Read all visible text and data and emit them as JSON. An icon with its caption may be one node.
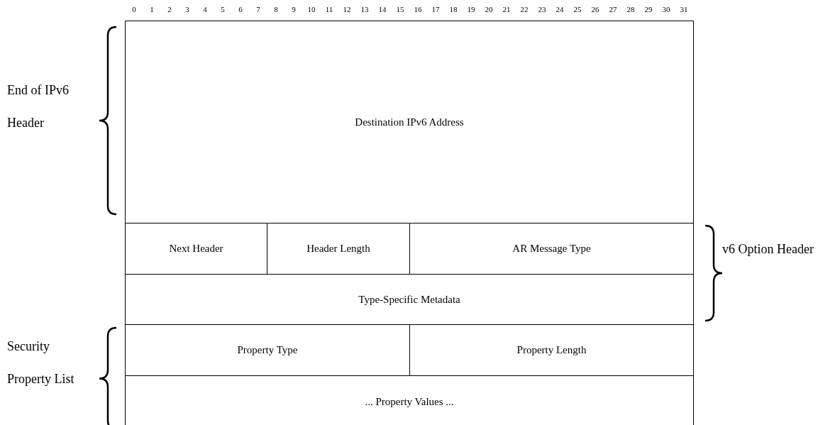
{
  "diagram": {
    "nodes": [
      {
        "text": [
          "Destination IPv6 Address"
        ]
      },
      {
        "text": [
          "Next Header"
        ]
      },
      {
        "text": [
          "Header Length"
        ]
      },
      {
        "text": [
          "AR Message Type"
        ]
      },
      {
        "text": [
          "Type-Specific Metadata"
        ]
      },
      {
        "text": [
          "Property Type"
        ]
      },
      {
        "text": [
          "Property Length"
        ]
      },
      {
        "text": [
          "... Property Values ..."
        ]
      }
    ],
    "edges": [],
    "labels": [
      "0",
      "1",
      "2",
      "3",
      "4",
      "5",
      "6",
      "7",
      "8",
      "9",
      "10",
      "11",
      "12",
      "13",
      "14",
      "15",
      "16",
      "17",
      "18",
      "19",
      "20",
      "21",
      "22",
      "23",
      "24",
      "25",
      "26",
      "27",
      "28",
      "29",
      "30",
      "31",
      "End of IPv6 Header",
      "v6 Option Header",
      "Security Property List"
    ]
  }
}
